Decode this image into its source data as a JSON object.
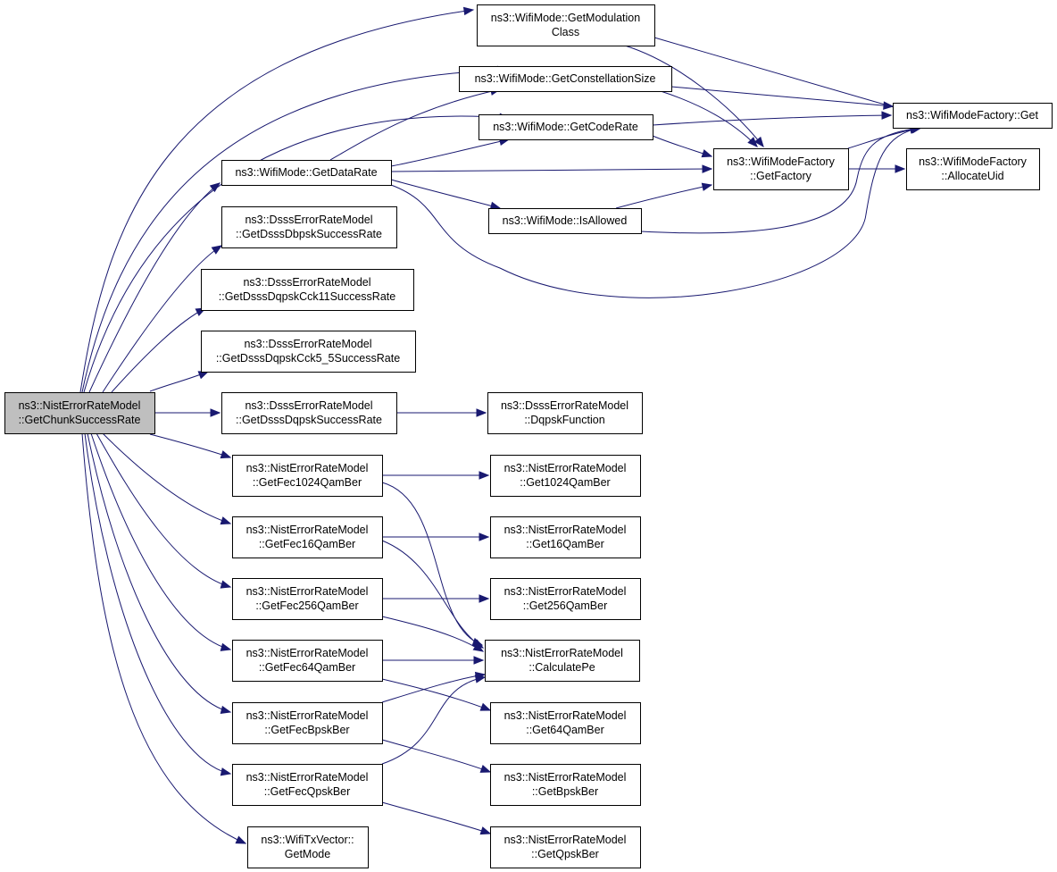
{
  "diagram": {
    "kind": "call-graph",
    "colors": {
      "edge": "#191970",
      "root_fill": "#bfbfbf",
      "node_fill": "#ffffff",
      "border": "#000000"
    },
    "nodes": [
      {
        "id": "root",
        "lines": [
          "ns3::NistErrorRateModel",
          "::GetChunkSuccessRate"
        ],
        "root": true
      },
      {
        "id": "getModClass",
        "lines": [
          "ns3::WifiMode::GetModulation",
          "Class"
        ]
      },
      {
        "id": "getConstSize",
        "lines": [
          "ns3::WifiMode::GetConstellationSize"
        ]
      },
      {
        "id": "getCodeRate",
        "lines": [
          "ns3::WifiMode::GetCodeRate"
        ]
      },
      {
        "id": "getDataRate",
        "lines": [
          "ns3::WifiMode::GetDataRate"
        ]
      },
      {
        "id": "isAllowed",
        "lines": [
          "ns3::WifiMode::IsAllowed"
        ]
      },
      {
        "id": "factoryGet",
        "lines": [
          "ns3::WifiModeFactory::Get"
        ]
      },
      {
        "id": "getFactory",
        "lines": [
          "ns3::WifiModeFactory",
          "::GetFactory"
        ]
      },
      {
        "id": "allocUid",
        "lines": [
          "ns3::WifiModeFactory",
          "::AllocateUid"
        ]
      },
      {
        "id": "dbpsk",
        "lines": [
          "ns3::DsssErrorRateModel",
          "::GetDsssDbpskSuccessRate"
        ]
      },
      {
        "id": "cck11",
        "lines": [
          "ns3::DsssErrorRateModel",
          "::GetDsssDqpskCck11SuccessRate"
        ]
      },
      {
        "id": "cck55",
        "lines": [
          "ns3::DsssErrorRateModel",
          "::GetDsssDqpskCck5_5SuccessRate"
        ]
      },
      {
        "id": "dqpsk",
        "lines": [
          "ns3::DsssErrorRateModel",
          "::GetDsssDqpskSuccessRate"
        ]
      },
      {
        "id": "dqpskFn",
        "lines": [
          "ns3::DsssErrorRateModel",
          "::DqpskFunction"
        ]
      },
      {
        "id": "fec1024",
        "lines": [
          "ns3::NistErrorRateModel",
          "::GetFec1024QamBer"
        ]
      },
      {
        "id": "fec16",
        "lines": [
          "ns3::NistErrorRateModel",
          "::GetFec16QamBer"
        ]
      },
      {
        "id": "fec256",
        "lines": [
          "ns3::NistErrorRateModel",
          "::GetFec256QamBer"
        ]
      },
      {
        "id": "fec64",
        "lines": [
          "ns3::NistErrorRateModel",
          "::GetFec64QamBer"
        ]
      },
      {
        "id": "fecBpsk",
        "lines": [
          "ns3::NistErrorRateModel",
          "::GetFecBpskBer"
        ]
      },
      {
        "id": "fecQpsk",
        "lines": [
          "ns3::NistErrorRateModel",
          "::GetFecQpskBer"
        ]
      },
      {
        "id": "txGetMode",
        "lines": [
          "ns3::WifiTxVector::",
          "GetMode"
        ]
      },
      {
        "id": "get1024",
        "lines": [
          "ns3::NistErrorRateModel",
          "::Get1024QamBer"
        ]
      },
      {
        "id": "get16",
        "lines": [
          "ns3::NistErrorRateModel",
          "::Get16QamBer"
        ]
      },
      {
        "id": "get256",
        "lines": [
          "ns3::NistErrorRateModel",
          "::Get256QamBer"
        ]
      },
      {
        "id": "calcPe",
        "lines": [
          "ns3::NistErrorRateModel",
          "::CalculatePe"
        ]
      },
      {
        "id": "get64",
        "lines": [
          "ns3::NistErrorRateModel",
          "::Get64QamBer"
        ]
      },
      {
        "id": "getBpsk",
        "lines": [
          "ns3::NistErrorRateModel",
          "::GetBpskBer"
        ]
      },
      {
        "id": "getQpsk",
        "lines": [
          "ns3::NistErrorRateModel",
          "::GetQpskBer"
        ]
      }
    ],
    "edges": [
      [
        "root",
        "getModClass"
      ],
      [
        "root",
        "getConstSize"
      ],
      [
        "root",
        "getCodeRate"
      ],
      [
        "root",
        "getDataRate"
      ],
      [
        "root",
        "dbpsk"
      ],
      [
        "root",
        "cck11"
      ],
      [
        "root",
        "cck55"
      ],
      [
        "root",
        "dqpsk"
      ],
      [
        "root",
        "fec1024"
      ],
      [
        "root",
        "fec16"
      ],
      [
        "root",
        "fec256"
      ],
      [
        "root",
        "fec64"
      ],
      [
        "root",
        "fecBpsk"
      ],
      [
        "root",
        "fecQpsk"
      ],
      [
        "root",
        "txGetMode"
      ],
      [
        "getModClass",
        "factoryGet"
      ],
      [
        "getModClass",
        "getFactory"
      ],
      [
        "getConstSize",
        "factoryGet"
      ],
      [
        "getConstSize",
        "getFactory"
      ],
      [
        "getCodeRate",
        "factoryGet"
      ],
      [
        "getCodeRate",
        "getFactory"
      ],
      [
        "getDataRate",
        "getConstSize"
      ],
      [
        "getDataRate",
        "getCodeRate"
      ],
      [
        "getDataRate",
        "getFactory"
      ],
      [
        "getDataRate",
        "isAllowed"
      ],
      [
        "getDataRate",
        "factoryGet"
      ],
      [
        "isAllowed",
        "getFactory"
      ],
      [
        "isAllowed",
        "factoryGet"
      ],
      [
        "getFactory",
        "factoryGet"
      ],
      [
        "getFactory",
        "allocUid"
      ],
      [
        "dqpsk",
        "dqpskFn"
      ],
      [
        "fec1024",
        "get1024"
      ],
      [
        "fec1024",
        "calcPe"
      ],
      [
        "fec16",
        "get16"
      ],
      [
        "fec16",
        "calcPe"
      ],
      [
        "fec256",
        "get256"
      ],
      [
        "fec256",
        "calcPe"
      ],
      [
        "fec64",
        "calcPe"
      ],
      [
        "fec64",
        "get64"
      ],
      [
        "fecBpsk",
        "calcPe"
      ],
      [
        "fecBpsk",
        "getBpsk"
      ],
      [
        "fecQpsk",
        "calcPe"
      ],
      [
        "fecQpsk",
        "getQpsk"
      ]
    ]
  }
}
